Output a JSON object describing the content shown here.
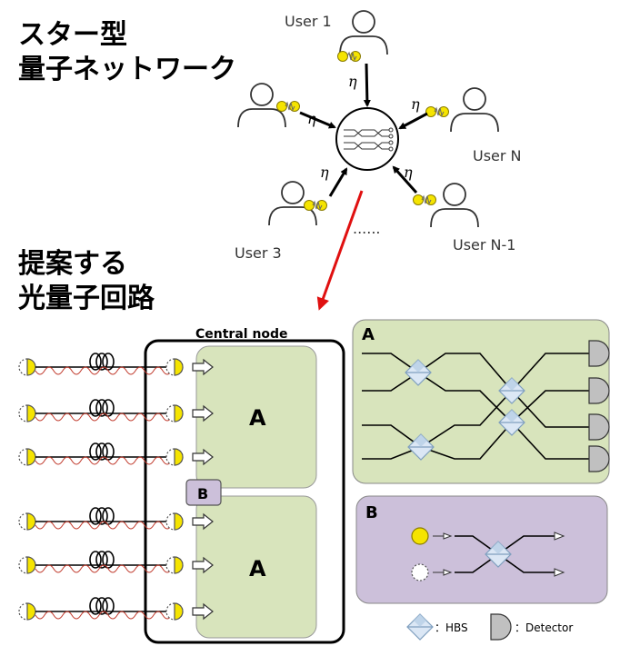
{
  "title_star_line1": "スター型",
  "title_star_line2": "量子ネットワーク",
  "title_circuit_line1": "提案する",
  "title_circuit_line2": "光量子回路",
  "users": {
    "user1": "User 1",
    "userN": "User N",
    "user3": "User 3",
    "userN1": "User N-1",
    "dots": "......"
  },
  "eta": "η",
  "central_node_label": "Central node",
  "module_a": "A",
  "module_b": "B",
  "legend": {
    "hbs": "：HBS",
    "detector": "：Detector"
  },
  "colors": {
    "green_panel": "#d8e4bc",
    "purple_panel": "#ccc0da",
    "photon": "#f5e400",
    "red": "#e01010"
  }
}
